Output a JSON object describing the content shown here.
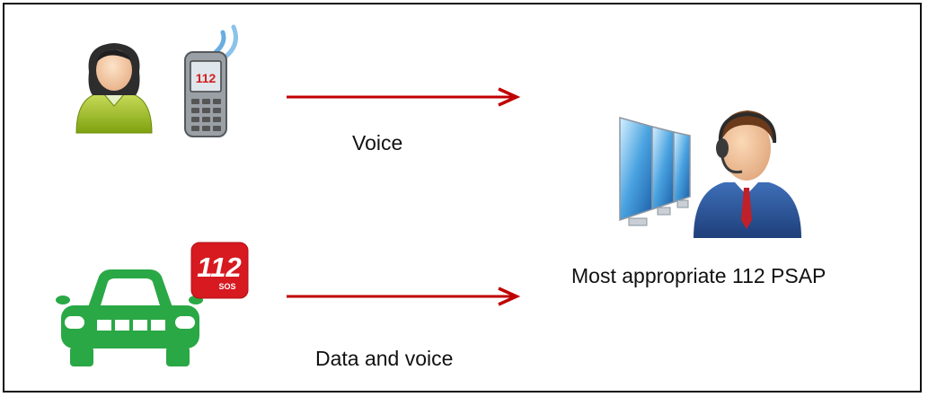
{
  "diagram": {
    "caller": {
      "icon": "woman-avatar-icon",
      "phone_icon": "mobile-phone-icon",
      "phone_screen_text": "112"
    },
    "vehicle": {
      "icon": "car-icon",
      "badge_icon": "112-sos-badge-icon",
      "badge_main_text": "112",
      "badge_sub_text": "SOS"
    },
    "psap": {
      "icon": "operator-with-monitors-icon",
      "label": "Most appropriate 112 PSAP"
    },
    "links": [
      {
        "label": "Voice"
      },
      {
        "label": "Data and voice"
      }
    ],
    "colors": {
      "arrow": "#c00000",
      "car": "#2aa845",
      "badge": "#d71920",
      "person_shirt": "#9bbf1e"
    }
  }
}
